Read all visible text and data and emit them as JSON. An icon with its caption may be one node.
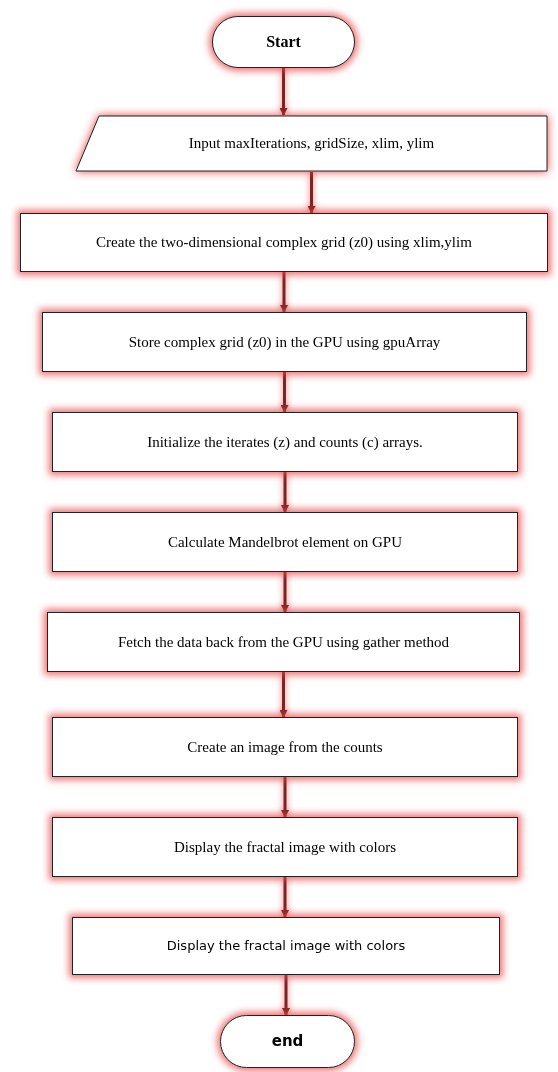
{
  "diagram": {
    "nodes": [
      {
        "text": [
          "Start"
        ]
      },
      {
        "text": [
          "Input maxIterations, gridSize, xlim, ylim"
        ]
      },
      {
        "text": [
          "Create the two-dimensional complex grid (z0) using xlim,ylim"
        ]
      },
      {
        "text": [
          "Store complex grid (z0) in the GPU using gpuArray"
        ]
      },
      {
        "text": [
          "Initialize the iterates (z) and counts (c) arrays."
        ]
      },
      {
        "text": [
          "Calculate Mandelbrot element on GPU"
        ]
      },
      {
        "text": [
          "Fetch the data back from the GPU using gather method"
        ]
      },
      {
        "text": [
          "Create an image from the counts"
        ]
      },
      {
        "text": [
          "Display the fractal image with colors"
        ]
      },
      {
        "text": [
          "Display the fractal image with colors"
        ]
      },
      {
        "text": [
          "end"
        ]
      }
    ],
    "edges": [
      {
        "from": 0,
        "to": 1,
        "arrow": "to"
      },
      {
        "from": 1,
        "to": 2,
        "arrow": "to"
      },
      {
        "from": 2,
        "to": 3,
        "arrow": "to"
      },
      {
        "from": 3,
        "to": 4,
        "arrow": "to"
      },
      {
        "from": 4,
        "to": 5,
        "arrow": "to"
      },
      {
        "from": 5,
        "to": 6,
        "arrow": "to"
      },
      {
        "from": 6,
        "to": 7,
        "arrow": "to"
      },
      {
        "from": 7,
        "to": 8,
        "arrow": "to"
      },
      {
        "from": 8,
        "to": 9,
        "arrow": "to"
      },
      {
        "from": 9,
        "to": 10,
        "arrow": "to"
      }
    ]
  }
}
